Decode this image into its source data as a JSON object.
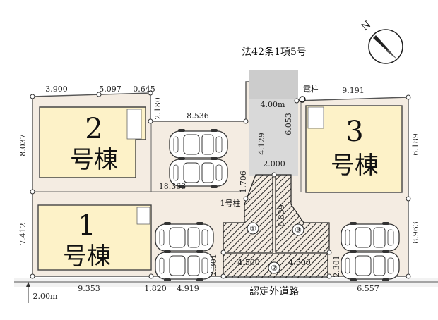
{
  "plan": {
    "road_top_label": "法42条1項5号",
    "road_top_width": "4.00m",
    "road_bottom_label": "認定外道路",
    "road_bottom_width": "2.00m",
    "pole_label": "電柱",
    "post_label": "1号柱",
    "buildings": [
      {
        "num": "2",
        "label": "号棟"
      },
      {
        "num": "1",
        "label": "号棟"
      },
      {
        "num": "3",
        "label": "号棟"
      }
    ],
    "shared_lots": [
      "①",
      "②",
      "③"
    ],
    "dimensions": {
      "top_left_1": "3.900",
      "top_left_2": "5.097",
      "top_left_3": "0.645",
      "notch_height": "2.180",
      "drive_width": "8.536",
      "left_side_upper": "8.037",
      "lot2_bottom": "18.363",
      "left_side_lower": "7.412",
      "bottom_left": "9.353",
      "bottom_mid_a": "1.820",
      "bottom_mid_b": "4.919",
      "center_4129": "4.129",
      "center_6053": "6.053",
      "center_1706": "1.706",
      "center_2000": "2.000",
      "center_6839": "6.839",
      "shared_left": "4.500",
      "shared_right": "4.500",
      "left_2301": "2.301",
      "right_2301": "2.301",
      "top_right": "9.191",
      "right_upper": "6.189",
      "right_lower": "8.963",
      "bottom_right": "6.557"
    }
  }
}
